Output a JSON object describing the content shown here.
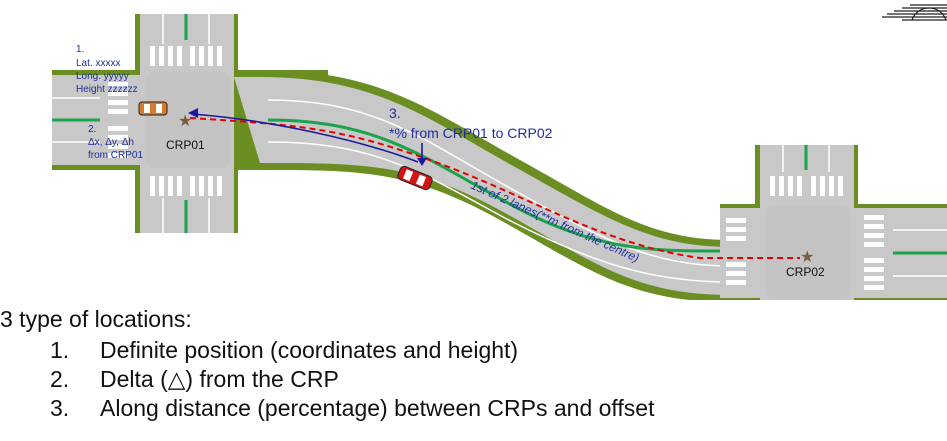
{
  "crp01": {
    "label": "CRP01",
    "annotation1": [
      "1.",
      "Lat. xxxxx",
      "Long. yyyyy",
      "Height  zzzzzz"
    ],
    "annotation2": [
      "2.",
      "Δx, Δy, Δh",
      "from CRP01"
    ]
  },
  "crp02": {
    "label": "CRP02"
  },
  "annotation3": [
    "3.",
    "*% from CRP01 to CRP02"
  ],
  "lane_label": "1st of 2 lanes(**m from the centre)",
  "heading": "3 type of locations:",
  "items": [
    {
      "number": "1.",
      "text": "Definite position (coordinates and height)"
    },
    {
      "number": "2.",
      "text": "Delta (△) from the CRP"
    },
    {
      "number": "3.",
      "text": "Along distance (percentage) between CRPs and offset"
    }
  ],
  "colors": {
    "grass": "#6b8e23",
    "road": "#c8c8c8",
    "intersection": "#c4c4c4",
    "lane_line": "#ffffff",
    "center_line": "#1aa34a",
    "annotation_text": "#1f2fa0",
    "dashed_path": "#e60000",
    "car_red": "#d41414",
    "car_orange": "#d97a2b",
    "crp_star": "#7a5a40"
  },
  "icons": {
    "crp_marker": "star-icon",
    "vehicles": [
      "car-icon",
      "car-icon"
    ],
    "logo": "sun-logo"
  }
}
